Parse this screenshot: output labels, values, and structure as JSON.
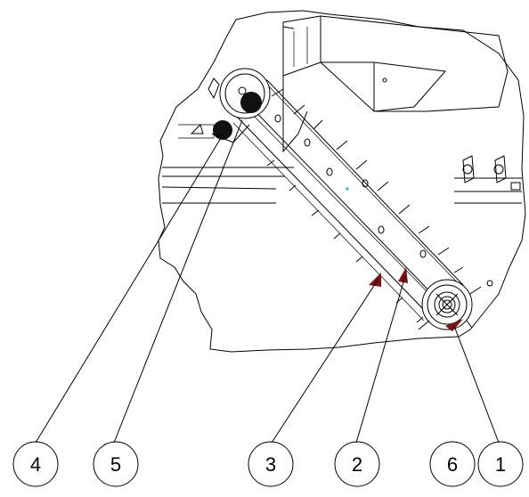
{
  "callouts": [
    {
      "label": "4"
    },
    {
      "label": "5"
    },
    {
      "label": "3"
    },
    {
      "label": "2"
    },
    {
      "label": "6"
    },
    {
      "label": "1"
    }
  ],
  "colors": {
    "line": "#000000",
    "arrow": "#7a1010",
    "marker": "#00c0c0",
    "background": "#ffffff"
  }
}
